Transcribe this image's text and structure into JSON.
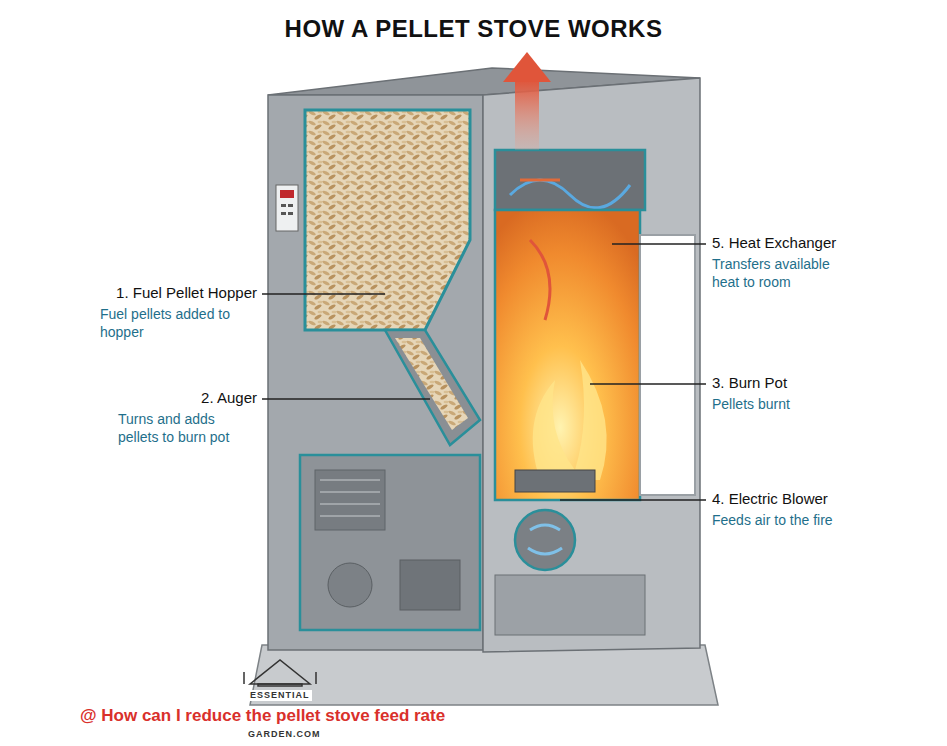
{
  "diagram": {
    "title": "HOW A PELLET STOVE WORKS",
    "caption": "@ How can I reduce the pellet stove feed rate",
    "labels": [
      "5. Heat Exchanger",
      "Transfers available heat to room",
      "1. Fuel Pellet Hopper",
      "Fuel pellets added to hopper",
      "3. Burn Pot",
      "Pellets burnt",
      "2. Auger",
      "Turns and adds pellets to burn pot",
      "4. Electric Blower",
      "Feeds air to the fire",
      "ESSENTIAL",
      "GARDEN.COM"
    ]
  }
}
